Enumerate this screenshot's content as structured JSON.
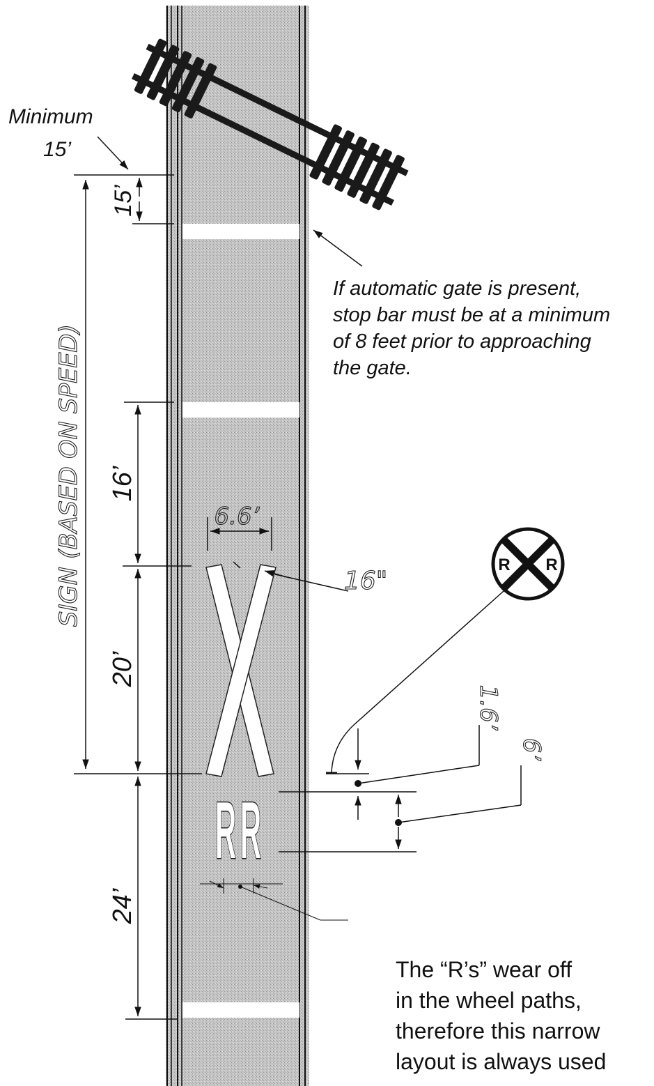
{
  "labels": {
    "minimum_line1": "Minimum",
    "minimum_line2": "15’",
    "sign_based_on_speed": "SIGN (BASED ON SPEED)",
    "gate_note": [
      "If automatic gate is present,",
      "stop bar must be at a minimum",
      "of 8 feet prior to approaching",
      "the gate."
    ],
    "rs_note": [
      "The “R’s” wear off",
      "in the wheel paths,",
      "therefore this narrow",
      "layout is always used"
    ]
  },
  "dimensions": {
    "stop_bar_to_track": "15’",
    "stop_bar_to_x": "16’",
    "x_length": "20’",
    "rr_to_bar": "24’",
    "x_width": "6.6’",
    "x_stroke": "16\"",
    "sign_offset": "1.6’",
    "rr_height": "6’"
  },
  "sign": {
    "letter_left": "R",
    "letter_right": "R"
  },
  "pavement_letters": {
    "left": "R",
    "right": "R"
  },
  "colors": {
    "pavement": "#bcbcbc",
    "line": "#111111",
    "marking": "#ffffff"
  }
}
